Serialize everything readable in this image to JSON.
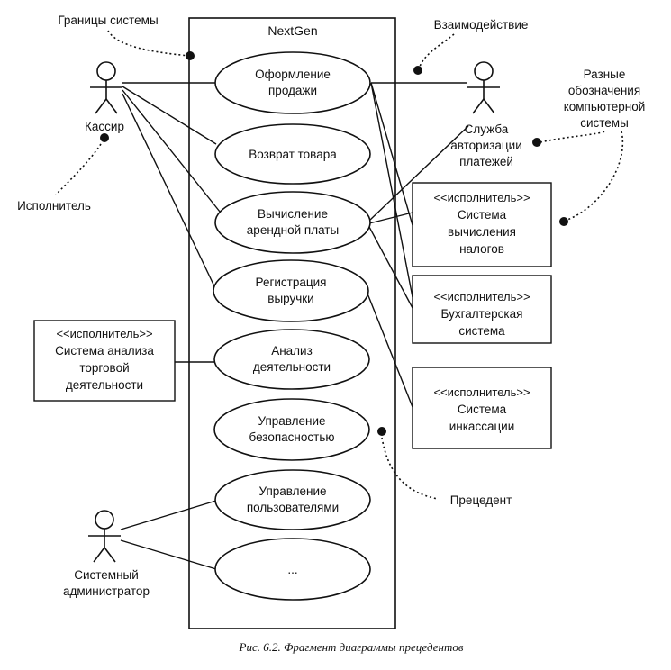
{
  "system": {
    "name": "NextGen"
  },
  "actors": {
    "cashier": "Кассир",
    "payment_service": [
      "Служба",
      "авторизации",
      "платежей"
    ],
    "sysadmin": [
      "Системный",
      "администратор"
    ]
  },
  "use_cases": {
    "process_sale": [
      "Оформление",
      "продажи"
    ],
    "return_goods": [
      "Возврат товара"
    ],
    "calc_rent": [
      "Вычисление",
      "арендной платы"
    ],
    "register_revenue": [
      "Регистрация",
      "выручки"
    ],
    "analyze_activity": [
      "Анализ",
      "деятельности"
    ],
    "manage_security": [
      "Управление",
      "безопасностью"
    ],
    "manage_users": [
      "Управление",
      "пользователями"
    ],
    "more": [
      "..."
    ]
  },
  "external_systems": {
    "tax": [
      "<<исполнитель>>",
      "Система",
      "вычисления",
      "налогов"
    ],
    "accounting": [
      "<<исполнитель>>",
      "Бухгалтерская",
      "система"
    ],
    "collection": [
      "<<исполнитель>>",
      "Система",
      "инкассации"
    ],
    "trade_analysis": [
      "<<исполнитель>>",
      "Система анализа",
      "торговой",
      "деятельности"
    ]
  },
  "annotations": {
    "system_boundary": "Границы системы",
    "interaction": "Взаимодействие",
    "computer_system": [
      "Разные",
      "обозначения",
      "компьютерной",
      "системы"
    ],
    "actor": "Исполнитель",
    "use_case": "Прецедент"
  },
  "caption": "Рис. 6.2. Фрагмент диаграммы прецедентов"
}
